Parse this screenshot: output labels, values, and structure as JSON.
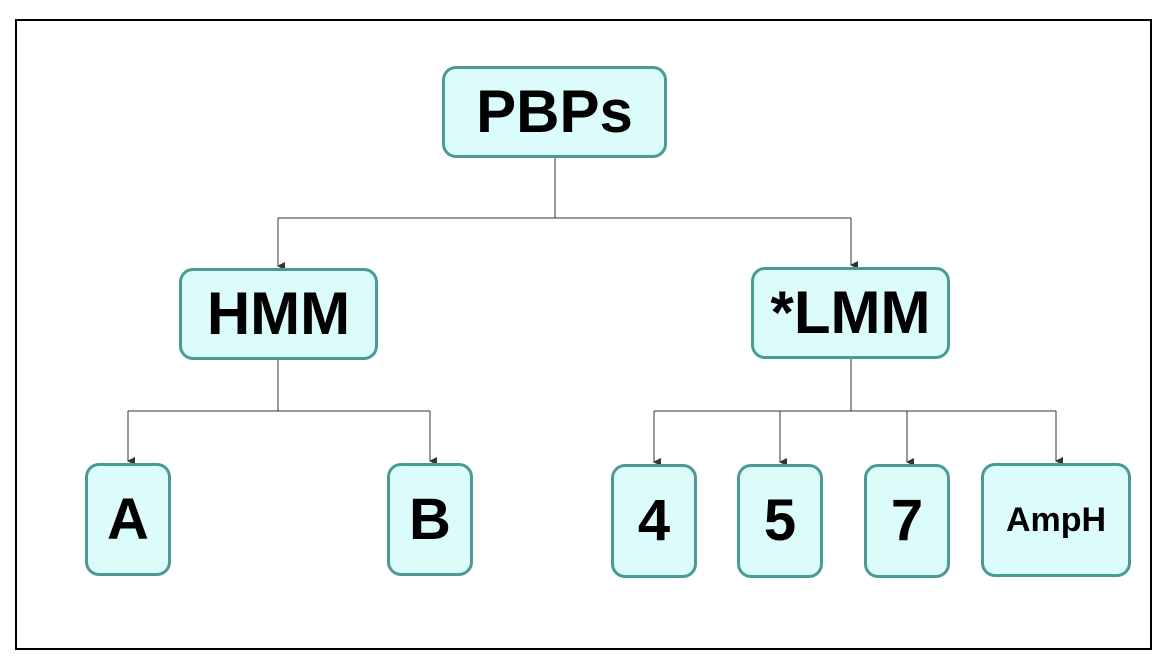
{
  "diagram": {
    "root": {
      "label": "PBPs"
    },
    "groups": [
      {
        "label": "HMM",
        "children": [
          {
            "label": "A"
          },
          {
            "label": "B"
          }
        ]
      },
      {
        "label": "*LMM",
        "children": [
          {
            "label": "4"
          },
          {
            "label": "5"
          },
          {
            "label": "7"
          },
          {
            "label": "AmpH"
          }
        ]
      }
    ]
  },
  "colors": {
    "node_fill": "#dcfcfc",
    "node_border": "#4a9a96",
    "connector": "#333333",
    "frame_border": "#000000"
  }
}
